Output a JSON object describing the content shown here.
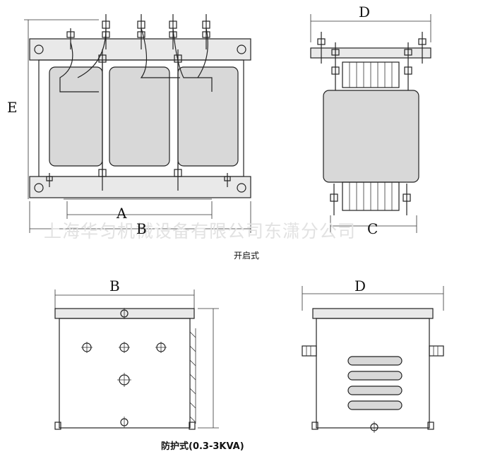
{
  "labels": {
    "e_height": "E",
    "d_width_top": "D",
    "a_width": "A",
    "b_width_top": "B",
    "c_width": "C",
    "b_width_bottom": "B",
    "d_width_bottom": "D"
  },
  "captions": {
    "open_type": "开启式",
    "protected_type": "防护式(0.3-3KVA)"
  },
  "watermark": "上海华匀机械设备有限公司东潇分公司"
}
